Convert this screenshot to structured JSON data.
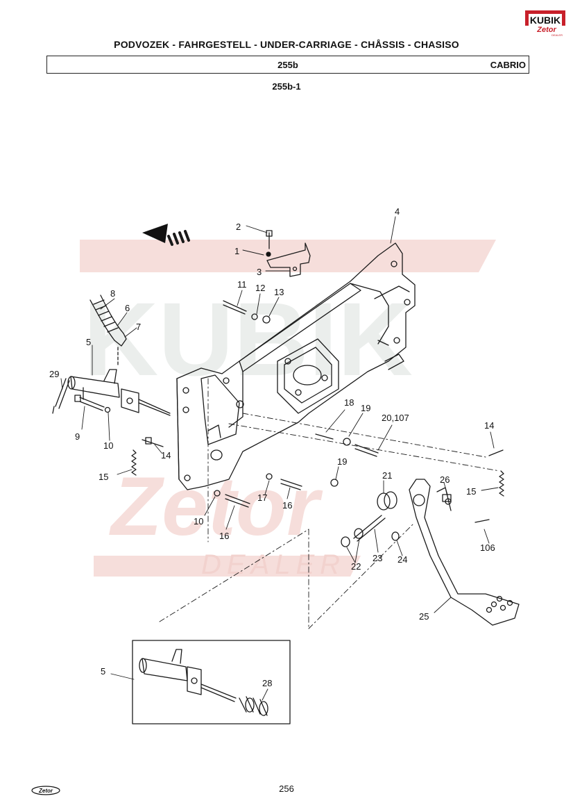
{
  "header": {
    "title": "PODVOZEK - FAHRGESTELL - UNDER-CARRIAGE - CHÅSSIS - CHASISO",
    "code": "255b",
    "variant": "CABRIO",
    "subcode": "255b-1"
  },
  "logo": {
    "brand_top": "KUBIK",
    "brand_bottom": "Zetor",
    "dealer": "DEALER"
  },
  "watermark": {
    "brand_top": "KUBIK",
    "brand_bottom": "Zetor",
    "dealer": "DEALER"
  },
  "footer": {
    "logo_text": "Zetor",
    "page_number": "256"
  },
  "part_labels": {
    "p1": "1",
    "p2": "2",
    "p3": "3",
    "p4": "4",
    "p5": "5",
    "p5b": "5",
    "p6": "6",
    "p7": "7",
    "p8": "8",
    "p9": "9",
    "p10a": "10",
    "p10b": "10",
    "p11": "11",
    "p12": "12",
    "p13": "13",
    "p14a": "14",
    "p14b": "14",
    "p15a": "15",
    "p15b": "15",
    "p16a": "16",
    "p16b": "16",
    "p17": "17",
    "p18": "18",
    "p19a": "19",
    "p19b": "19",
    "p20": "20,107",
    "p21": "21",
    "p22": "22",
    "p23": "23",
    "p24": "24",
    "p25": "25",
    "p26": "26",
    "p28": "28",
    "p29": "29",
    "p106": "106"
  },
  "colors": {
    "line": "#1a1a1a",
    "watermark": "#f4d9d6",
    "watermark_grey": "#e6eae7",
    "logo_red": "#c8202a"
  }
}
